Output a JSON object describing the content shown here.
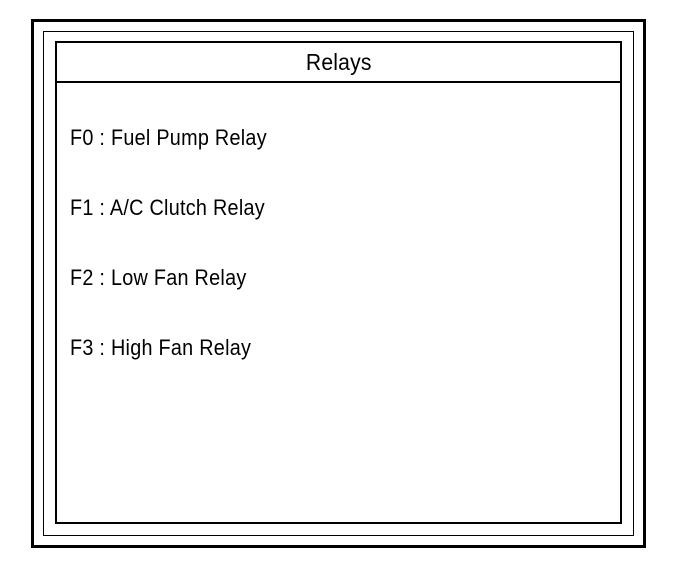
{
  "window": {
    "title": "Relays"
  },
  "panel": {
    "title": "Relays",
    "items": [
      {
        "id": "F0",
        "separator": " : ",
        "name": "Fuel Pump Relay",
        "text": "F0 : Fuel Pump Relay"
      },
      {
        "id": "F1",
        "separator": " : ",
        "name": "A/C Clutch Relay",
        "text": "F1 : A/C Clutch Relay"
      },
      {
        "id": "F2",
        "separator": " : ",
        "name": "Low Fan Relay",
        "text": "F2 : Low Fan Relay"
      },
      {
        "id": "F3",
        "separator": " : ",
        "name": "High Fan Relay",
        "text": "F3 : High Fan Relay"
      }
    ]
  },
  "colors": {
    "background": "#ffffff",
    "foreground": "#000000",
    "border": "#000000"
  }
}
